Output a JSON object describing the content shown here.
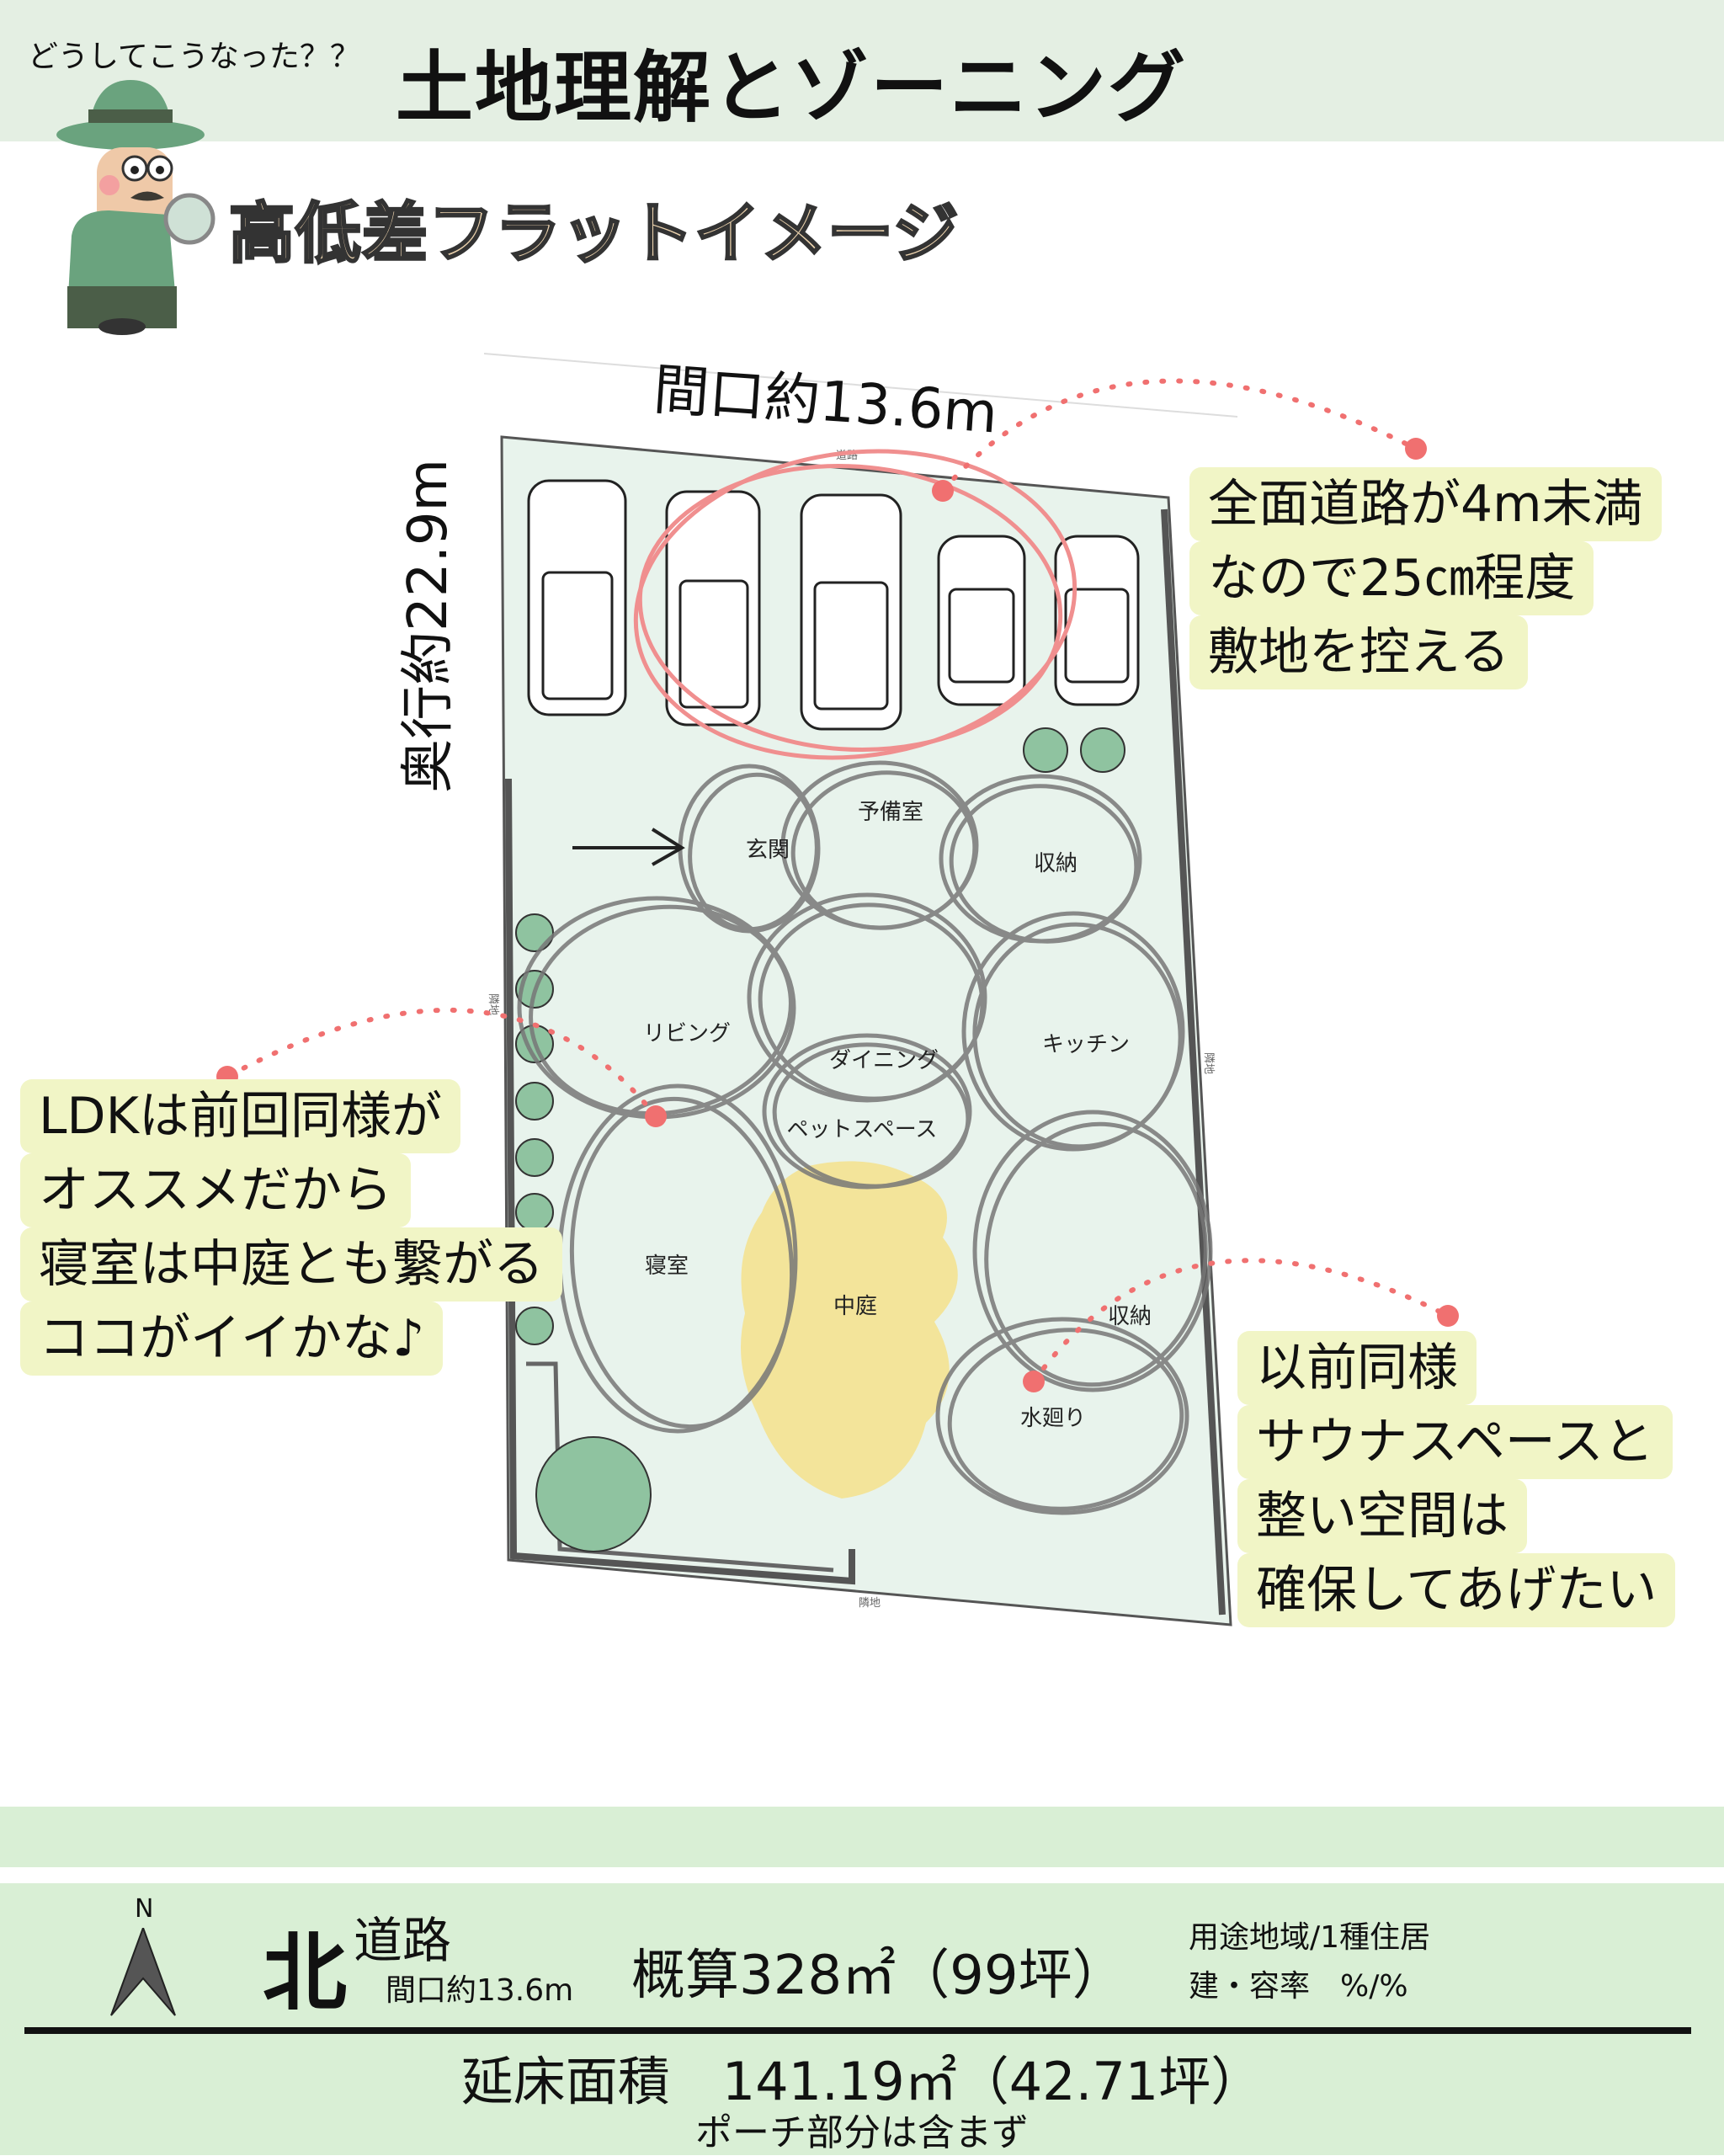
{
  "header": {
    "subtitle": "どうしてこうなった？？",
    "title": "土地理解とゾーニング"
  },
  "section_title": "高低差フラットイメージ",
  "plan": {
    "frontage_label": "間口約13.6m",
    "depth_label": "奥行約22.9m",
    "road_small": "道路",
    "neighbor_small": "隣地",
    "rooms": {
      "spare": "予備室",
      "entrance": "玄関",
      "storage1": "収納",
      "living": "リビング",
      "dining": "ダイニング",
      "kitchen": "キッチン",
      "pet": "ペットスペース",
      "bedroom": "寝室",
      "courtyard": "中庭",
      "storage2": "収納",
      "water": "水廻り"
    }
  },
  "callouts": {
    "road": [
      "全面道路が4m未満",
      "なので25㎝程度",
      "敷地を控える"
    ],
    "ldk": [
      "LDKは前回同様が",
      "オススメだから",
      "寝室は中庭とも繋がる",
      "ココがイイかな♪"
    ],
    "sauna": [
      "以前同様",
      "サウナスペースと",
      "整い空間は",
      "確保してあげたい"
    ]
  },
  "footer": {
    "north": "N",
    "direction": "北",
    "road": "道路",
    "frontage": "間口約13.6m",
    "area": "概算328㎡（99坪）",
    "zoning": "用途地域/1種住居",
    "ratio": "建・容率　%/%",
    "floor_area": "延床面積　141.19㎡（42.71坪）",
    "note": "ポーチ部分は含まず"
  },
  "colors": {
    "header_bg": "#e4efe3",
    "footer_bg": "#d9efd5",
    "callout_bg": "#f1f5c6",
    "accent_red": "#f07070",
    "lot_fill": "#e8f3ec"
  }
}
